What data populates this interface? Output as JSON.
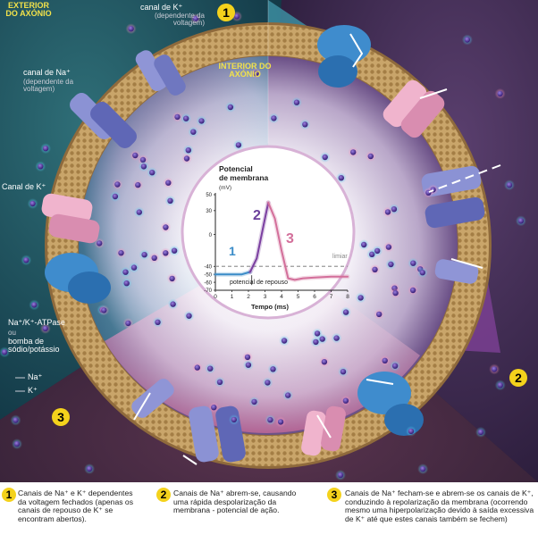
{
  "labels": {
    "exterior": "EXTERIOR DO AXÓNIO",
    "interior": "INTERIOR DO AXÓNIO",
    "k_channel_volt": "canal de K⁺",
    "k_channel_volt_sub": "(dependente da voltagem)",
    "na_channel": "canal de Na⁺",
    "na_channel_sub": "(dependente da voltagem)",
    "k_channel": "Canal de K⁺",
    "atpase_title": "Na⁺/K⁺-ATPase",
    "atpase_ou": "ou",
    "atpase_pump": "bomba de sódio/potássio",
    "legend_na": "Na⁺",
    "legend_k": "K⁺"
  },
  "stages": {
    "one": "1",
    "two": "2",
    "three": "3"
  },
  "graph": {
    "title_line1": "Potencial",
    "title_line2": "de membrana",
    "y_unit": "(mV)",
    "y_ticks": [
      "50",
      "30",
      "0",
      "-40",
      "-50",
      "-60",
      "-70"
    ],
    "x_ticks": [
      "0",
      "1",
      "2",
      "3",
      "4",
      "5",
      "6",
      "7",
      "8"
    ],
    "x_label": "Tempo (ms)",
    "threshold_label": "limiar",
    "rest_label": "potencial de repouso",
    "phase1": "1",
    "phase2": "2",
    "phase3": "3"
  },
  "captions": [
    {
      "num": "1",
      "text": "Canais de Na⁺ e K⁺ dependentes da voltagem fechados (apenas os canais de repouso de K⁺ se encontram abertos)."
    },
    {
      "num": "2",
      "text": "Canais de Na⁺ abrem-se, causando uma rápida despolarização da membrana - potencial de ação."
    },
    {
      "num": "3",
      "text": "Canais de Na⁺ fecham-se e abrem-se os canais de K⁺, conduzindo à repolarização da membrana (ocorrendo mesmo uma hiperpolarização devido à saída excessiva de K⁺ até que estes canais também se fechem)"
    }
  ],
  "colors": {
    "membrane": "#c9a56a",
    "channel_blue": "#7b84c7",
    "channel_pink": "#e9a7c4",
    "pump_blue": "#3f8ccd",
    "ion_na": "#6a4fb0",
    "ion_k": "#5c3ea4",
    "number_disc": "#f4d21c",
    "curve_blue": "#3a8cc8",
    "curve_purple": "#7b3fa0",
    "curve_pink": "#d36f9a"
  },
  "chart_data": {
    "type": "line",
    "title": "Potencial de membrana",
    "ylabel": "(mV)",
    "xlabel": "Tempo (ms)",
    "xlim": [
      0,
      8
    ],
    "ylim": [
      -70,
      50
    ],
    "x": [
      0,
      1,
      1.6,
      2.1,
      2.5,
      2.9,
      3.2,
      3.6,
      4.0,
      4.4,
      4.8,
      5.3,
      6,
      7,
      8
    ],
    "y": [
      -50,
      -50,
      -50,
      -47,
      -30,
      10,
      40,
      20,
      -20,
      -55,
      -57,
      -55,
      -54,
      -53,
      -53
    ],
    "threshold": -40,
    "rest": -50,
    "series": [
      {
        "name": "1",
        "x": [
          0,
          1,
          1.6,
          2.1
        ],
        "y": [
          -50,
          -50,
          -50,
          -47
        ]
      },
      {
        "name": "2",
        "x": [
          2.1,
          2.5,
          2.9,
          3.2
        ],
        "y": [
          -47,
          -30,
          10,
          40
        ]
      },
      {
        "name": "3",
        "x": [
          3.2,
          3.6,
          4.0,
          4.4,
          4.8,
          5.3,
          6,
          7,
          8
        ],
        "y": [
          40,
          20,
          -20,
          -55,
          -57,
          -55,
          -54,
          -53,
          -53
        ]
      }
    ]
  }
}
